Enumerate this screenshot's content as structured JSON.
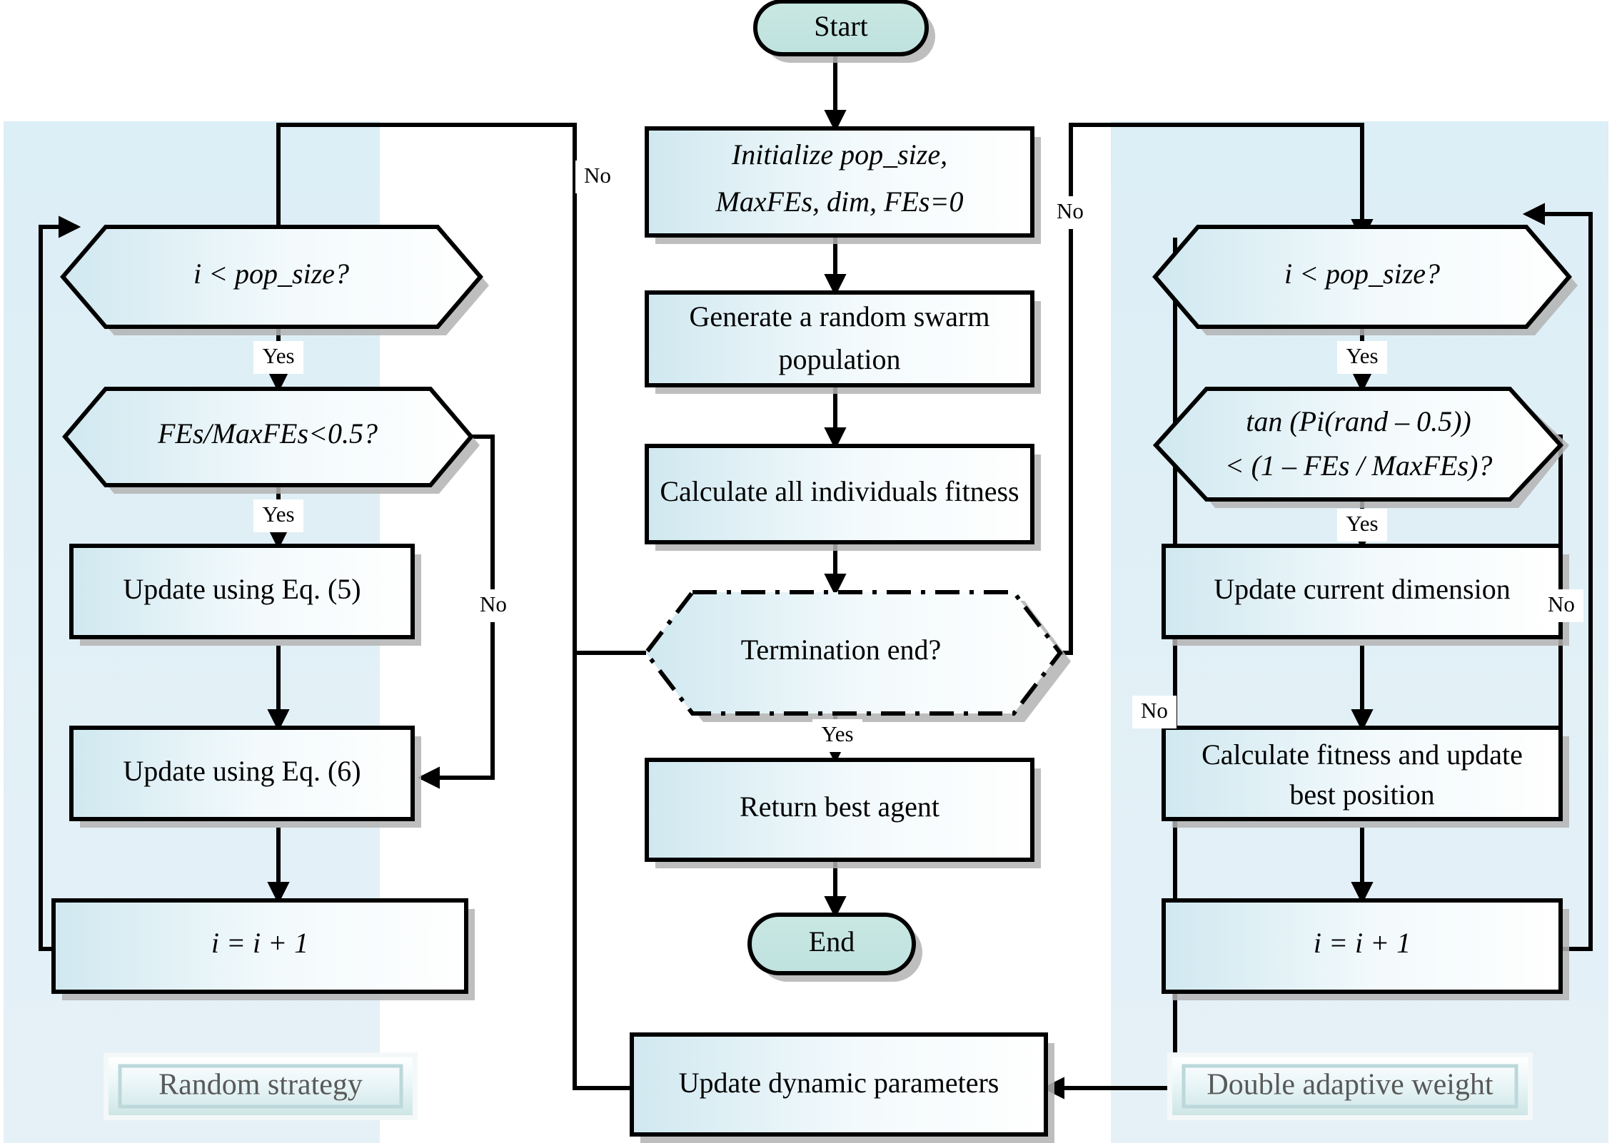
{
  "diagram": {
    "title": "Algorithm flowchart",
    "colors": {
      "panel_bg": "#e2eff6",
      "node_fill_start": "#d3e9f0",
      "node_fill_end": "#fdfdfd",
      "terminal_fill": "#c3e3df",
      "stroke": "#000000",
      "shadow": "#b3b3b3",
      "panel_label_text": "#595959"
    },
    "panels": [
      {
        "id": "left",
        "label": "Random strategy"
      },
      {
        "id": "right",
        "label": "Double adaptive weight"
      }
    ],
    "nodes": {
      "start": {
        "label": "Start",
        "shape": "terminal"
      },
      "init": {
        "line1": "Initialize pop_size,",
        "line2": "MaxFEs, dim, FEs=0",
        "shape": "process"
      },
      "generate": {
        "line1": "Generate a random swarm",
        "line2": "population",
        "shape": "process"
      },
      "calc_fitness": {
        "label": "Calculate all individuals fitness",
        "shape": "process"
      },
      "termination": {
        "label": "Termination end?",
        "shape": "decision-dashdot"
      },
      "return_best": {
        "label": "Return best agent",
        "shape": "process"
      },
      "end": {
        "label": "End",
        "shape": "terminal"
      },
      "update_params": {
        "label": "Update dynamic parameters",
        "shape": "process"
      },
      "left_pop": {
        "label": "i < pop_size?",
        "shape": "decision"
      },
      "left_fes": {
        "label": "FEs/MaxFEs<0.5?",
        "shape": "decision"
      },
      "left_eq5": {
        "label": "Update using Eq. (5)",
        "shape": "process"
      },
      "left_eq6": {
        "label": "Update using Eq. (6)",
        "shape": "process"
      },
      "left_inc": {
        "label": "i = i + 1",
        "shape": "process"
      },
      "right_pop": {
        "label": "i < pop_size?",
        "shape": "decision"
      },
      "right_tan": {
        "line1": "tan (Pi(rand – 0.5))",
        "line2": "<  (1 – FEs / MaxFEs)?",
        "shape": "decision"
      },
      "right_dim": {
        "label": "Update current dimension",
        "shape": "process"
      },
      "right_calc": {
        "line1": "Calculate fitness and update",
        "line2": "best position",
        "shape": "process"
      },
      "right_inc": {
        "label": "i = i + 1",
        "shape": "process"
      }
    },
    "edge_labels": {
      "term_no_left": "No",
      "term_no_right": "No",
      "term_yes": "Yes",
      "left_pop_yes": "Yes",
      "left_fes_no": "No",
      "right_pop_yes": "Yes",
      "right_pop_no": "No",
      "right_tan_no": "No"
    }
  }
}
